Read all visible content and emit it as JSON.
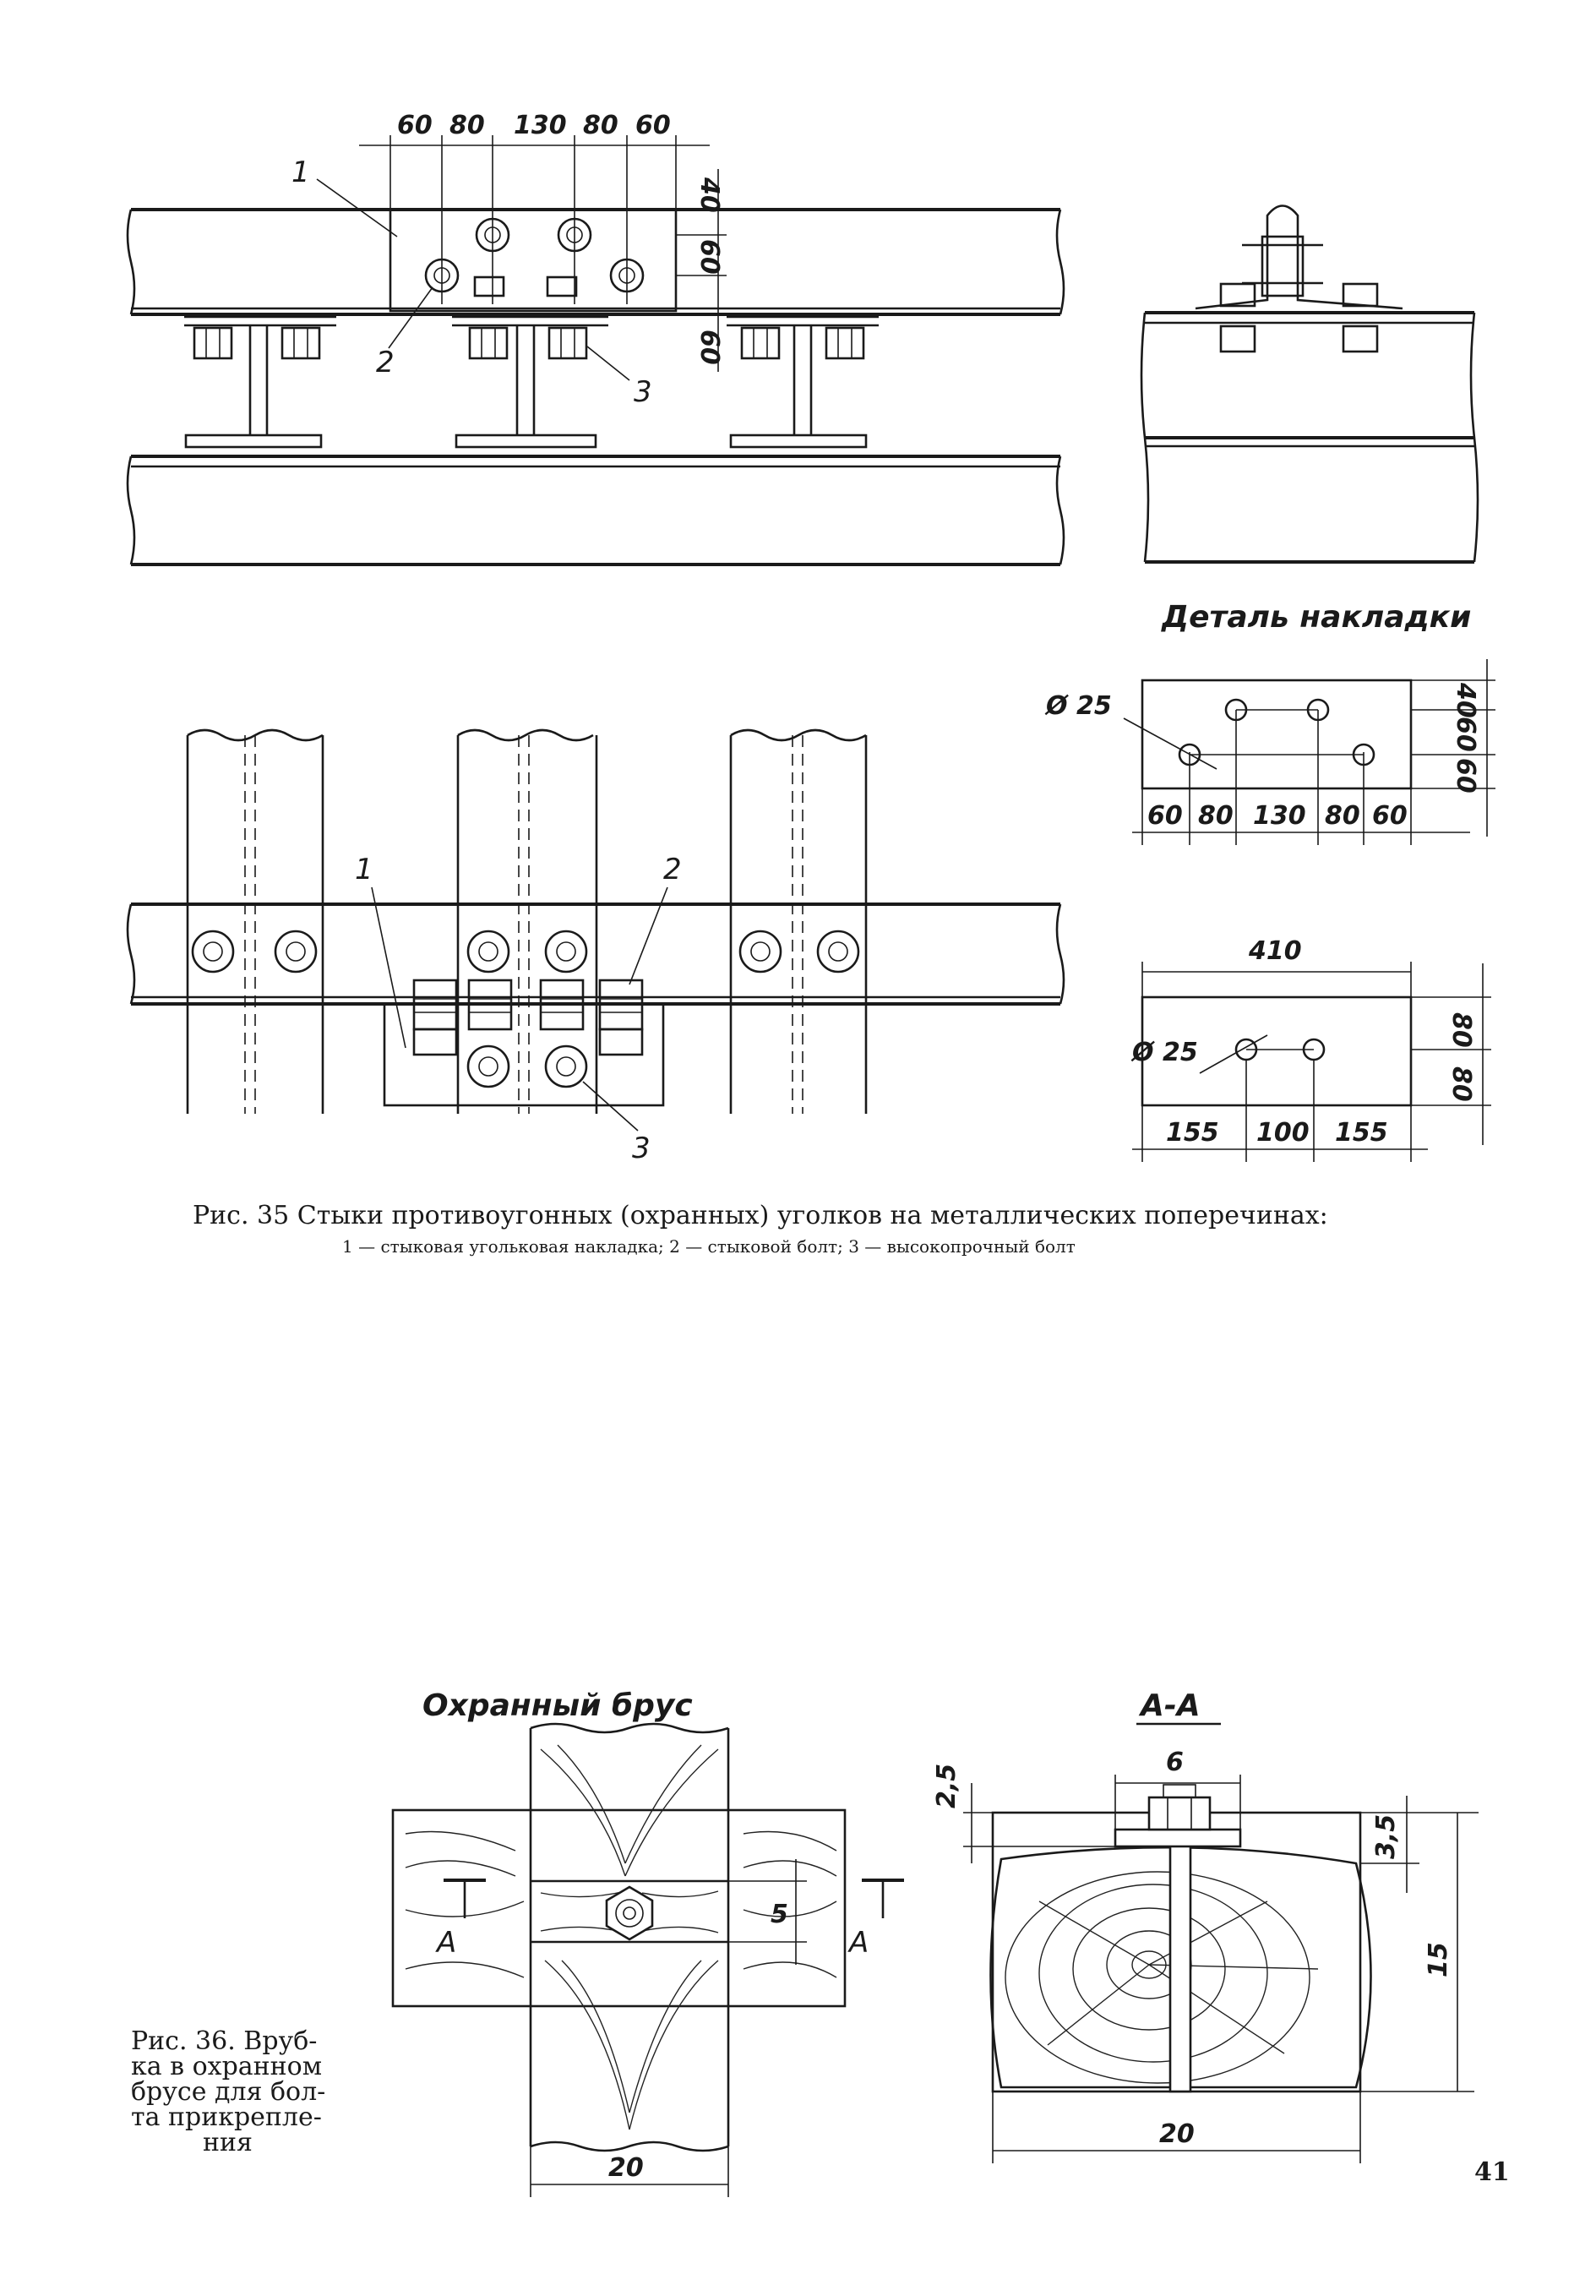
{
  "figure35": {
    "top_dims": [
      "60",
      "80",
      "130",
      "80",
      "60"
    ],
    "top_vert_dims": [
      "40",
      "60",
      "60"
    ],
    "callouts": [
      "1",
      "2",
      "3"
    ],
    "plan_callouts": [
      "1",
      "2",
      "3"
    ],
    "detail_title": "Деталь накладки",
    "detail1": {
      "diameter": "Ø 25",
      "bottom_dims": [
        "60",
        "80",
        "130",
        "80",
        "60"
      ],
      "side_dims": [
        "40",
        "60",
        "60"
      ]
    },
    "detail2": {
      "length": "410",
      "diameter": "Ø 25",
      "bottom_dims": [
        "155",
        "100",
        "155"
      ],
      "side_dims": [
        "80",
        "80"
      ]
    },
    "caption_line1": "Рис. 35 Стыки противоугонных (охранных) уголков на металлических поперечинах:",
    "caption_line2": "1 — стыковая угольковая накладка; 2 — стыковой болт; 3 — высокопрочный болт"
  },
  "figure36": {
    "title_left": "Охранный брус",
    "title_right": "А-А",
    "section_marks": [
      "А",
      "А"
    ],
    "left_dims": [
      "5",
      "20"
    ],
    "right_dims": [
      "6",
      "2,5",
      "3,5",
      "15",
      "20"
    ],
    "caption_lines": [
      "Рис. 36. Вруб-",
      "ка в охранном",
      "брусе для бол-",
      "та прикрепле-",
      "ния"
    ]
  },
  "page_number": "41"
}
